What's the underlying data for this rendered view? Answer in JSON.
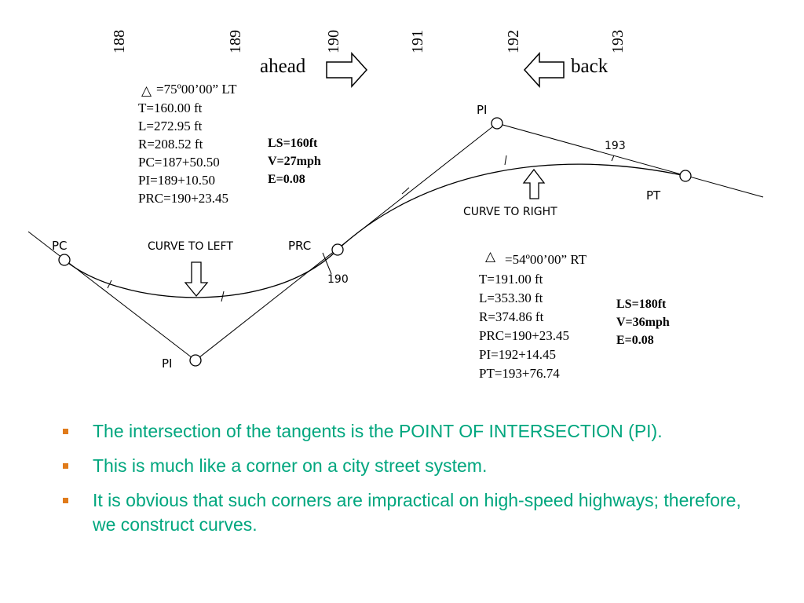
{
  "stations": [
    "188",
    "189",
    "190",
    "191",
    "192",
    "193"
  ],
  "direction": {
    "ahead": "ahead",
    "back": "back"
  },
  "curve1": {
    "delta_symbol": "△",
    "delta": "=75º00’00” LT",
    "lines": [
      "T=160.00 ft",
      "L=272.95 ft",
      "R=208.52 ft",
      "PC=187+50.50",
      "PI=189+10.50",
      "PRC=190+23.45"
    ],
    "spiral": [
      "LS=160ft",
      "V=27mph",
      "E=0.08"
    ],
    "label": "CURVE TO LEFT"
  },
  "curve2": {
    "delta_symbol": "△",
    "delta": "=54º00’00” RT",
    "lines": [
      "T=191.00 ft",
      "L=353.30 ft",
      "R=374.86 ft",
      "PRC=190+23.45",
      "PI=192+14.45",
      "PT=193+76.74"
    ],
    "spiral": [
      "LS=180ft",
      "V=36mph",
      "E=0.08"
    ],
    "label": "CURVE TO RIGHT"
  },
  "points": {
    "pc": "PC",
    "pi_left": "PI",
    "prc": "PRC",
    "pi_right": "PI",
    "pt": "PT",
    "sta190": "190",
    "sta193": "193"
  },
  "bullets": [
    "The intersection of the tangents is the POINT OF INTERSECTION (PI).",
    "This is much like a corner on a city street system.",
    "It is obvious that such corners are impractical on high-speed highways; therefore, we construct curves."
  ],
  "colors": {
    "bullet_text": "#00a67e",
    "bullet_marker": "#e07b1a"
  }
}
